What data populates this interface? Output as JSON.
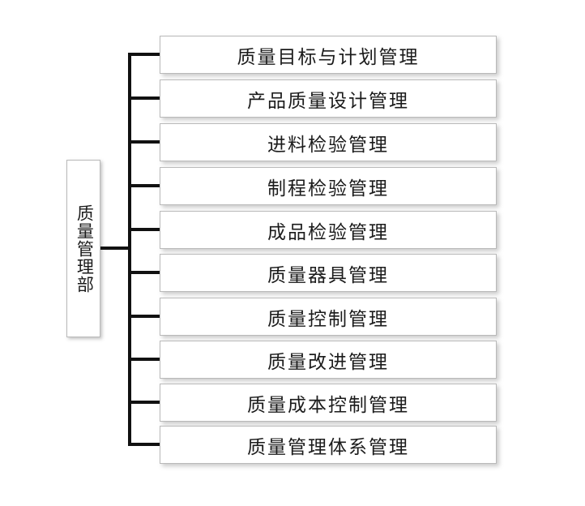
{
  "diagram": {
    "type": "organization-tree",
    "orientation": "horizontal-right",
    "background_color": "#ffffff",
    "line_color": "#111111",
    "box_border_color": "#b9b9b9",
    "text_color": "#1b1b1b",
    "root": {
      "label": "质量管理部",
      "text_orientation": "vertical"
    },
    "children": [
      {
        "label": "质量目标与计划管理"
      },
      {
        "label": "产品质量设计管理"
      },
      {
        "label": "进料检验管理"
      },
      {
        "label": "制程检验管理"
      },
      {
        "label": "成品检验管理"
      },
      {
        "label": "质量器具管理"
      },
      {
        "label": "质量控制管理"
      },
      {
        "label": "质量改进管理"
      },
      {
        "label": "质量成本控制管理"
      },
      {
        "label": "质量管理体系管理"
      }
    ]
  }
}
